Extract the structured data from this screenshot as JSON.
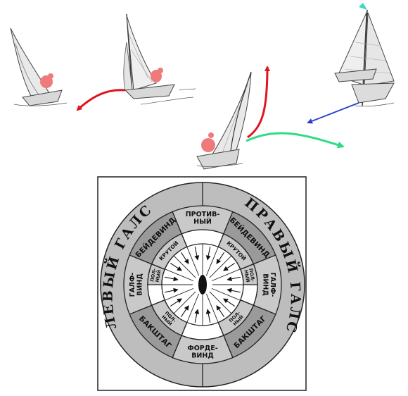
{
  "diagram": {
    "sectors": {
      "protivny": [
        "ПРОТИВ-",
        "НЫЙ"
      ],
      "bejdevind_left": "БЕЙДЕВИНД",
      "bejdevind_right": "БЕЙДЕВИНД",
      "krutoj_left": "КРУТОЙ",
      "krutoj_right": "КРУТОЙ",
      "polny_left_top": [
        "ПОЛ-",
        "НЫЙ"
      ],
      "polny_right_top": [
        "ПОЛ-",
        "НЫЙ"
      ],
      "galfvind_left": [
        "ГАЛФ-",
        "ВИНД"
      ],
      "galfvind_right": [
        "ГАЛФ-",
        "ВИНД"
      ],
      "bakshtag_left": "БАКШТАГ",
      "bakshtag_right": "БАКШТАГ",
      "polny_left_bottom": [
        "ПОЛ-",
        "НЫЙ"
      ],
      "polny_right_bottom": [
        "ПОЛ-",
        "НЫЙ"
      ],
      "fordevind": [
        "ФОРДЕ-",
        "ВИНД"
      ]
    },
    "tacks": {
      "left": "ЛЕВЫЙ ГАЛС",
      "right": "ПРАВЫЙ ГАЛС"
    },
    "wind_arrow_count": 16
  },
  "colors": {
    "outer_ring": "#bdbdbd",
    "sector_dark": "#9a9a9a",
    "sector_light": "#c9c9c9",
    "arrow_red": "#e0141e",
    "arrow_green": "#2fdc84",
    "arrow_blue": "#2a3fd0",
    "sailor": "#ef7a7a",
    "pennant": "#3fd6c8"
  }
}
